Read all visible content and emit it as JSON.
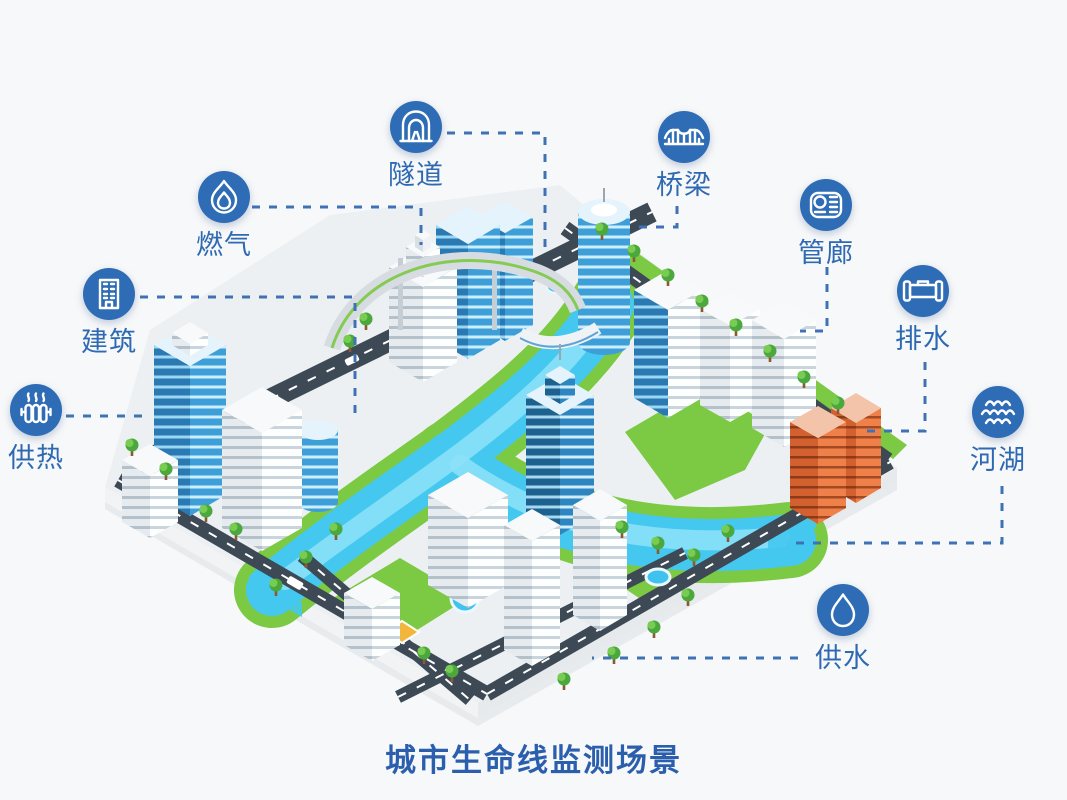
{
  "title": "城市生命线监测场景",
  "palette": {
    "accent": "#2e6db6",
    "label_text": "#2f69b2",
    "dash_line": "#3f72b4",
    "background": "#f7f8f9",
    "title_text": "#2b5fad",
    "water": "#45c8f0",
    "grass": "#7cc944",
    "road": "#3d4a55",
    "building_white": "#f4f6f8",
    "building_blue": "#3e9fd8",
    "building_orange": "#e06a3c"
  },
  "nodes": [
    {
      "id": "tunnel",
      "label": "隧道",
      "icon": "tunnel-icon"
    },
    {
      "id": "bridge",
      "label": "桥梁",
      "icon": "bridge-icon"
    },
    {
      "id": "gas",
      "label": "燃气",
      "icon": "flame-icon"
    },
    {
      "id": "pipe-gallery",
      "label": "管廊",
      "icon": "pipe-gallery-icon"
    },
    {
      "id": "building",
      "label": "建筑",
      "icon": "building-icon"
    },
    {
      "id": "drainage",
      "label": "排水",
      "icon": "pipe-icon"
    },
    {
      "id": "heating",
      "label": "供热",
      "icon": "radiator-icon"
    },
    {
      "id": "river-lake",
      "label": "河湖",
      "icon": "waves-icon"
    },
    {
      "id": "water-supply",
      "label": "供水",
      "icon": "water-drop-icon"
    }
  ],
  "scene": {
    "type": "isometric-city-illustration",
    "features": [
      "high-rise towers",
      "river with green banks",
      "road grid",
      "elevated ramp",
      "trees",
      "ponds",
      "helipad",
      "orange twin towers"
    ]
  }
}
